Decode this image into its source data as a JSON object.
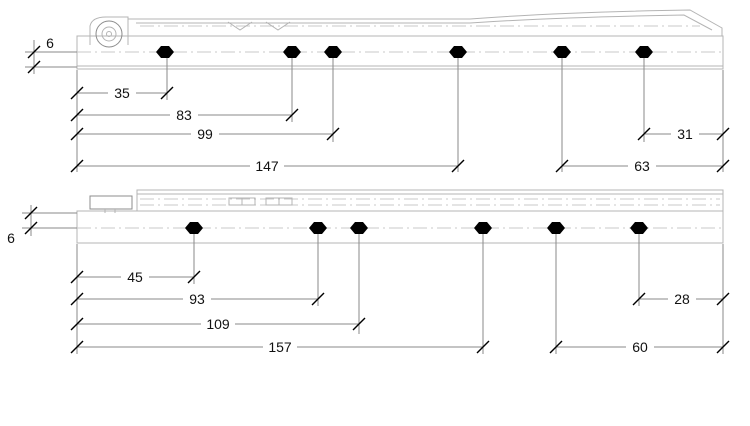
{
  "drawing_color": "#000000",
  "top_profile": {
    "offset_label": "6",
    "dimensions": [
      {
        "value": "35",
        "from": 0,
        "to": 35,
        "row": 0
      },
      {
        "value": "83",
        "from": 0,
        "to": 83,
        "row": 1
      },
      {
        "value": "99",
        "from": 0,
        "to": 99,
        "row": 2
      },
      {
        "value": "147",
        "from": 0,
        "to": 147,
        "row": 3
      },
      {
        "value": "31",
        "from": "end-31",
        "to": "end",
        "row": 2
      },
      {
        "value": "63",
        "from": "end-63",
        "to": "end",
        "row": 3
      }
    ]
  },
  "bottom_profile": {
    "offset_label": "6",
    "dimensions": [
      {
        "value": "45",
        "from": 0,
        "to": 45,
        "row": 0
      },
      {
        "value": "93",
        "from": 0,
        "to": 93,
        "row": 1
      },
      {
        "value": "109",
        "from": 0,
        "to": 109,
        "row": 2
      },
      {
        "value": "157",
        "from": 0,
        "to": 157,
        "row": 3
      },
      {
        "value": "28",
        "from": "end-28",
        "to": "end",
        "row": 1
      },
      {
        "value": "60",
        "from": "end-60",
        "to": "end",
        "row": 3
      }
    ]
  }
}
